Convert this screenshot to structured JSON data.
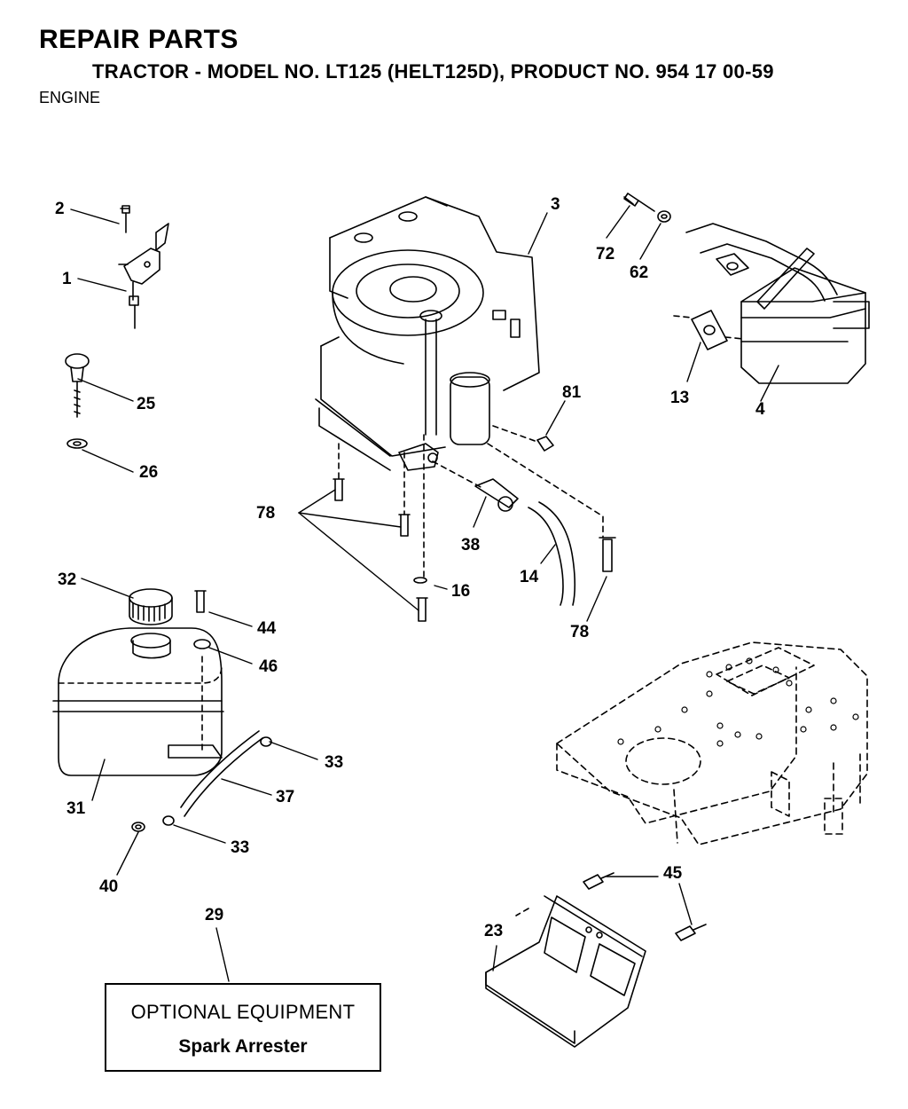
{
  "header": {
    "title": "REPAIR PARTS",
    "subtitle": "TRACTOR - MODEL NO. LT125 (HELT125D), PRODUCT NO. 954 17 00-59",
    "section": "ENGINE"
  },
  "callouts": {
    "p1": "1",
    "p2": "2",
    "p3": "3",
    "p4": "4",
    "p13": "13",
    "p14": "14",
    "p16": "16",
    "p23": "23",
    "p25": "25",
    "p26": "26",
    "p29": "29",
    "p31": "31",
    "p32": "32",
    "p33a": "33",
    "p33b": "33",
    "p37": "37",
    "p38": "38",
    "p40": "40",
    "p44": "44",
    "p45": "45",
    "p46": "46",
    "p62": "62",
    "p72": "72",
    "p78a": "78",
    "p78b": "78",
    "p81": "81"
  },
  "optional_box": {
    "heading": "OPTIONAL EQUIPMENT",
    "item": "Spark Arrester"
  }
}
